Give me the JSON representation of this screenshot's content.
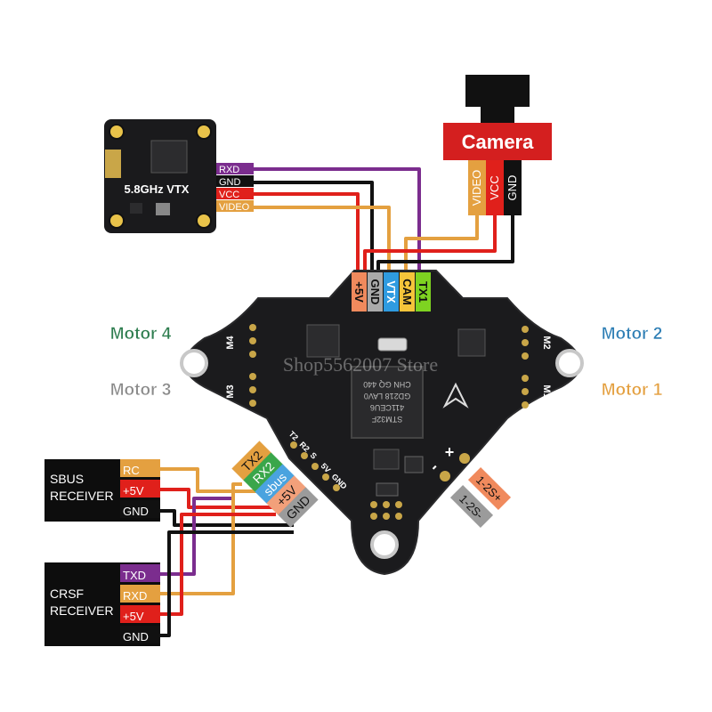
{
  "vtx": {
    "title": "5.8GHz VTX",
    "pins": [
      {
        "label": "RXD",
        "color": "#7b2d8e"
      },
      {
        "label": "GND",
        "color": "#111111"
      },
      {
        "label": "VCC",
        "color": "#e0201b"
      },
      {
        "label": "VIDEO",
        "color": "#e4a040"
      }
    ]
  },
  "camera": {
    "title": "Camera",
    "title_bg": "#d41f1f",
    "pins": [
      {
        "label": "VIDEO",
        "color": "#e4a040"
      },
      {
        "label": "VCC",
        "color": "#e0201b"
      },
      {
        "label": "GND",
        "color": "#111111"
      }
    ]
  },
  "fc": {
    "top_pads": [
      {
        "label": "+5V",
        "color": "#f08a5d"
      },
      {
        "label": "GND",
        "color": "#aaaaaa"
      },
      {
        "label": "VTX",
        "color": "#2f9be0"
      },
      {
        "label": "CAM",
        "color": "#f4c43a"
      },
      {
        "label": "TX1",
        "color": "#7ed321"
      }
    ],
    "motor_pad_labels": {
      "m4": "M4",
      "m3": "M3",
      "m2": "M2",
      "m1": "M1"
    },
    "chip_text": [
      "STM32F",
      "411CEU6",
      "GD218 LAV0",
      "CHN GQ 440"
    ],
    "watermark": "Shop5562007 Store",
    "side_pad_labels": [
      "T2",
      "R2",
      "S",
      "5V",
      "GND"
    ],
    "side_tags": [
      {
        "label": "TX2",
        "color": "#e4a040"
      },
      {
        "label": "RX2",
        "color": "#3aa64a"
      },
      {
        "label": "sbus",
        "color": "#4aa3df"
      },
      {
        "label": "+5V",
        "color": "#f2a07a"
      },
      {
        "label": "GND",
        "color": "#9b9b9b"
      }
    ],
    "batt_tags": [
      {
        "label": "1-2S+",
        "color": "#f08a5d"
      },
      {
        "label": "1-2S-",
        "color": "#9b9b9b"
      }
    ],
    "plus_mark": "+",
    "minus_mark": "-"
  },
  "motors": [
    {
      "label": "Motor 4",
      "color": "#2e7d4f"
    },
    {
      "label": "Motor 3",
      "color": "#8a8a8a"
    },
    {
      "label": "Motor 2",
      "color": "#2f7fb5"
    },
    {
      "label": "Motor 1",
      "color": "#e4a040"
    }
  ],
  "sbus_receiver": {
    "title_lines": [
      "SBUS",
      "RECEIVER"
    ],
    "pins": [
      {
        "label": "RC",
        "color": "#e4a040"
      },
      {
        "label": "+5V",
        "color": "#e0201b"
      },
      {
        "label": "GND",
        "color": "#111111"
      }
    ]
  },
  "crsf_receiver": {
    "title_lines": [
      "CRSF",
      "RECEIVER"
    ],
    "pins": [
      {
        "label": "TXD",
        "color": "#7b2d8e"
      },
      {
        "label": "RXD",
        "color": "#e4a040"
      },
      {
        "label": "+5V",
        "color": "#e0201b"
      },
      {
        "label": "GND",
        "color": "#111111"
      }
    ]
  },
  "wire_colors": {
    "purple": "#7b2d8e",
    "black": "#111111",
    "red": "#e0201b",
    "orange": "#e4a040"
  }
}
